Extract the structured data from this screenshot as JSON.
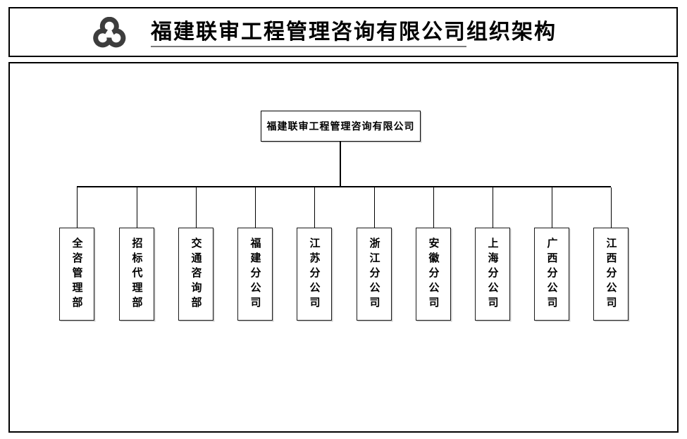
{
  "header": {
    "logo": "three-interlocked-rings",
    "title_underlined": "福建联审工程管理咨询有限公司",
    "title_suffix": "组织架构"
  },
  "org": {
    "root": {
      "label": "福建联审工程管理咨询有限公司"
    },
    "children": [
      {
        "label": "全咨管理部"
      },
      {
        "label": "招标代理部"
      },
      {
        "label": "交通咨询部"
      },
      {
        "label": "福建分公司"
      },
      {
        "label": "江苏分公司"
      },
      {
        "label": "浙江分公司"
      },
      {
        "label": "安徽分公司"
      },
      {
        "label": "上海分公司"
      },
      {
        "label": "广西分公司"
      },
      {
        "label": "江西分公司"
      }
    ]
  },
  "colors": {
    "line": "#000000",
    "box_border": "#000000",
    "background": "#ffffff",
    "logo": "#3d3d3d",
    "title_underline": "#7a7a7a"
  }
}
